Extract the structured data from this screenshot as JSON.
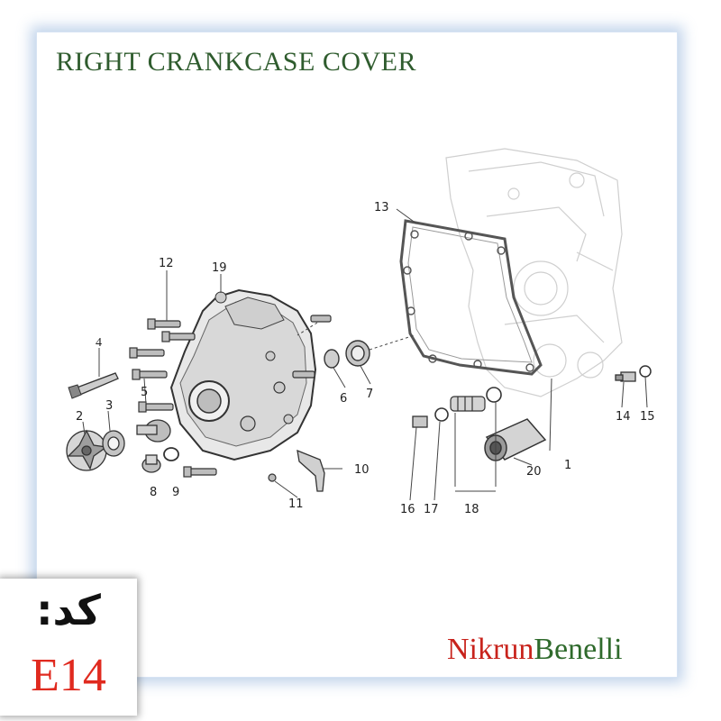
{
  "title": "RIGHT CRANKCASE COVER",
  "code_label": "کد:",
  "code_value": "E14",
  "brand": {
    "part1": "Nikrun",
    "part2": "Benelli"
  },
  "colors": {
    "title": "#2f5c2e",
    "code": "#e02a1f",
    "brand_red": "#c8231c",
    "brand_green": "#2f6a2c",
    "frame_glow": "#78a0d2"
  },
  "callouts": [
    "1",
    "2",
    "3",
    "4",
    "5",
    "6",
    "7",
    "8",
    "9",
    "10",
    "11",
    "12",
    "13",
    "14",
    "15",
    "16",
    "17",
    "18",
    "19",
    "20"
  ]
}
